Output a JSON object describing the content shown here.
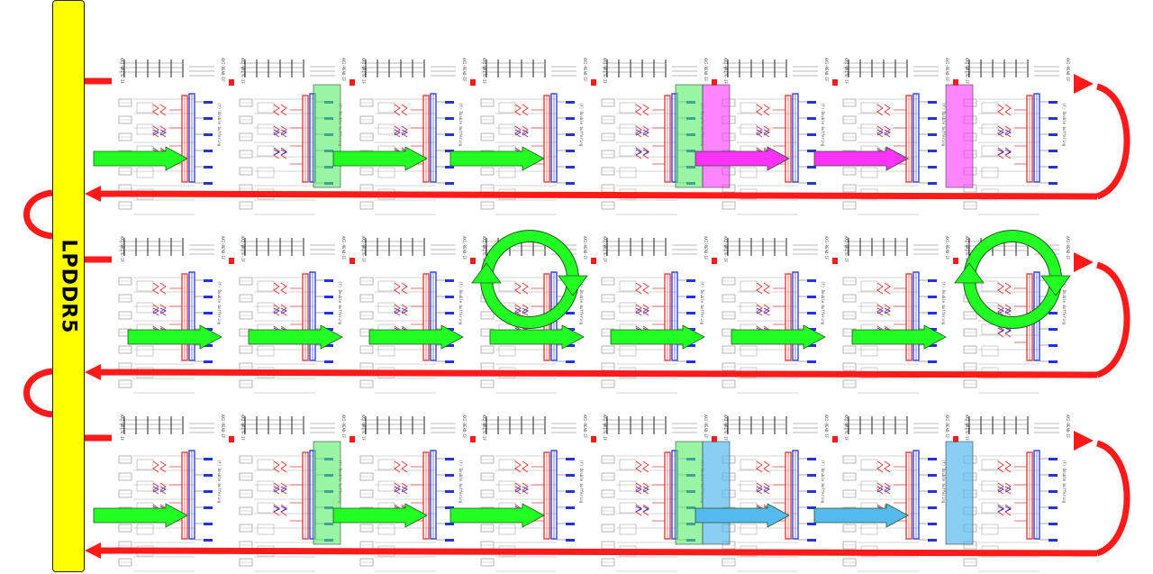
{
  "memory": {
    "label": "LPDDR5",
    "fill": "#ffff00"
  },
  "tile": {
    "write_port_label": "AXI-WRITE-IF",
    "read_port_label": "AXI-READ-IF",
    "buffer_label": "(f) Double buffering"
  },
  "colors": {
    "ring": "#ff1a1a",
    "dataflow_arrow": "#22ff22",
    "highlight_green": "#55ee66",
    "highlight_magenta": "#ff33ff",
    "highlight_blue": "#55bbee",
    "tile_red": "#e33333",
    "tile_blue": "#2233dd"
  },
  "rows": [
    {
      "id": "row-1",
      "tiles": 8,
      "highlights": [
        {
          "tile": 2,
          "color": "green"
        },
        {
          "tile": 5,
          "color": "green"
        },
        {
          "tile": 5,
          "color": "magenta"
        },
        {
          "tile": 8,
          "color": "magenta"
        }
      ],
      "arrows": [
        {
          "from": 1,
          "color": "green"
        },
        {
          "from": 2,
          "color": "green"
        },
        {
          "from": 3,
          "color": "green"
        },
        {
          "from": 5,
          "color": "magenta"
        },
        {
          "from": 6,
          "color": "magenta"
        }
      ],
      "loops": []
    },
    {
      "id": "row-2",
      "tiles": 8,
      "highlights": [],
      "arrows": [
        {
          "from": 1,
          "color": "green"
        },
        {
          "from": 2,
          "color": "green"
        },
        {
          "from": 3,
          "color": "green"
        },
        {
          "from": 4,
          "color": "green"
        },
        {
          "from": 5,
          "color": "green"
        },
        {
          "from": 6,
          "color": "green"
        },
        {
          "from": 7,
          "color": "green"
        }
      ],
      "loops": [
        {
          "tile": 4
        },
        {
          "tile": 8
        }
      ]
    },
    {
      "id": "row-3",
      "tiles": 8,
      "highlights": [
        {
          "tile": 2,
          "color": "green"
        },
        {
          "tile": 5,
          "color": "green"
        },
        {
          "tile": 5,
          "color": "blue"
        },
        {
          "tile": 8,
          "color": "blue"
        }
      ],
      "arrows": [
        {
          "from": 1,
          "color": "green"
        },
        {
          "from": 2,
          "color": "green"
        },
        {
          "from": 3,
          "color": "green"
        },
        {
          "from": 5,
          "color": "blue"
        },
        {
          "from": 6,
          "color": "blue"
        }
      ],
      "loops": []
    }
  ]
}
